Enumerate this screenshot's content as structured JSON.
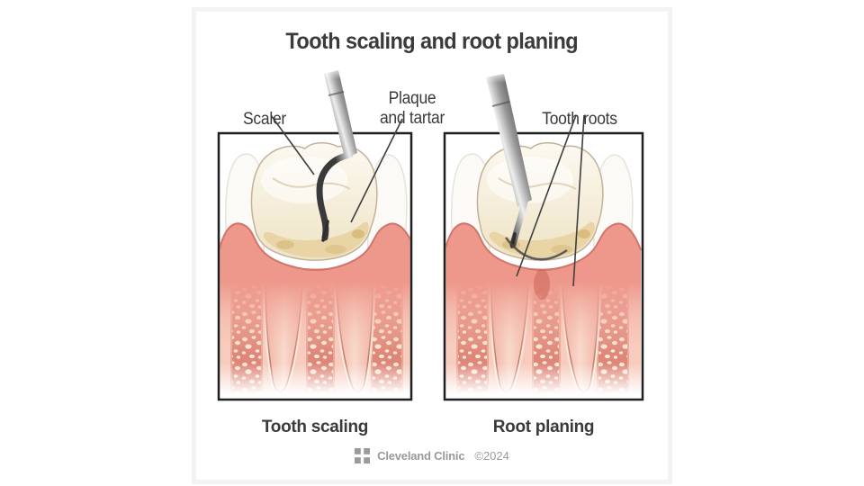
{
  "figure": {
    "title": "Tooth scaling and root planing",
    "annotations": {
      "scaler": "Scaler",
      "plaque_and_tartar": "Plaque\nand tartar",
      "tooth_roots": "Tooth roots"
    },
    "panels": [
      {
        "caption": "Tooth scaling"
      },
      {
        "caption": "Root planing"
      }
    ],
    "footer": {
      "brand": "Cleveland Clinic",
      "copyright": "©2024"
    },
    "icons": {
      "brand_logo": "cleveland-clinic-square-logo"
    },
    "colors": {
      "text": "#3A3A3A",
      "footer_gray": "#9A9A9A",
      "card_border": "#F3F3F3",
      "panel_border": "#1F1F1F",
      "gum": "#EE988C",
      "gum_outline": "#D1756B",
      "bone": "#DF8678",
      "bone_spots": "#F8E8D7",
      "root": "#EFB2A2",
      "root_outline": "#C87C6E",
      "crown": "#F7F2E4",
      "tartar": "#E8D4A4",
      "metal_dark": "#2E2E2E",
      "metal_light": "#EDEDED"
    }
  }
}
